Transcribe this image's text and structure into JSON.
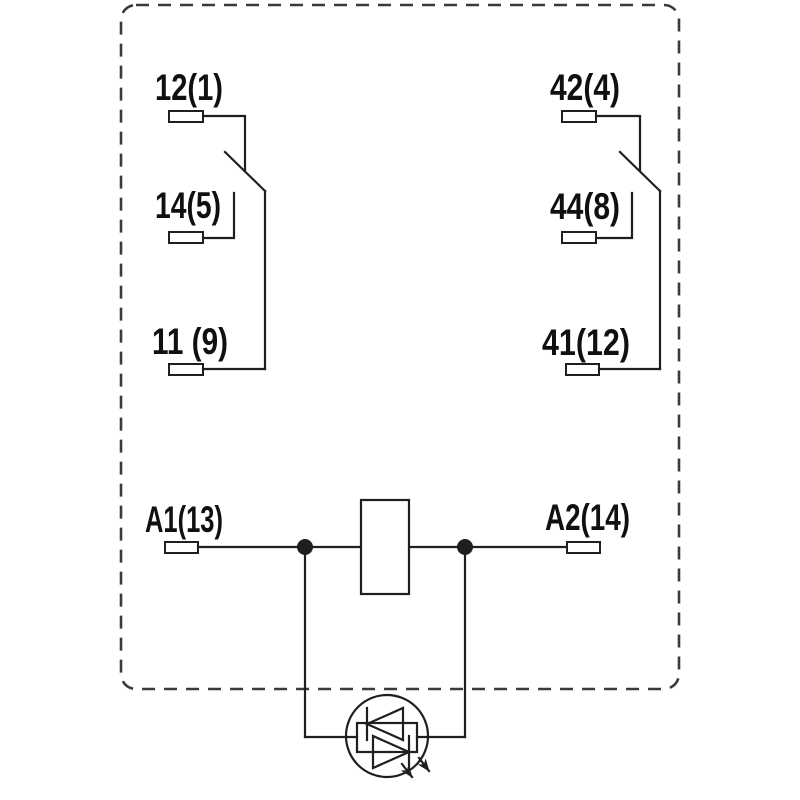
{
  "colors": {
    "paper": "#ffffff",
    "line": "#1f1f1f",
    "text": "#101010",
    "border": "#3a3a3a"
  },
  "labels": {
    "pole1": {
      "nc": "12(1)",
      "no": "14(5)",
      "com": "11 (9)"
    },
    "pole2": {
      "nc": "42(4)",
      "no": "44(8)",
      "com": "41(12)"
    },
    "coil": {
      "a1": "A1(13)",
      "a2": "A2(14)"
    }
  }
}
